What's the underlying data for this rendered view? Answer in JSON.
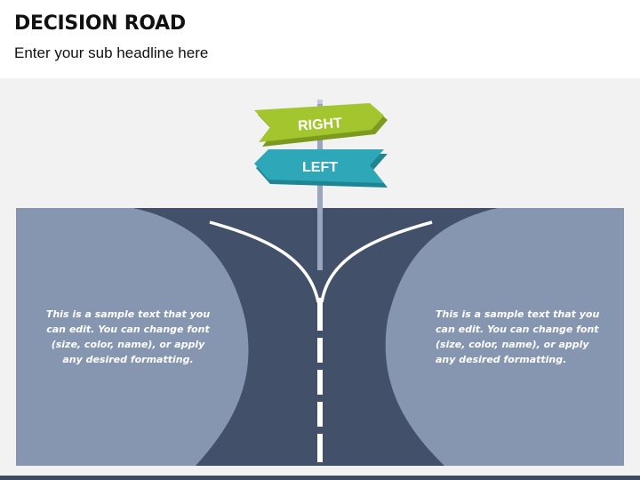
{
  "header": {
    "title": "DECISION ROAD",
    "subtitle": "Enter your sub headline here"
  },
  "signpost": {
    "right_label": "RIGHT",
    "left_label": "LEFT",
    "right_color": "#a3c52e",
    "left_color": "#2ea8b8",
    "pole_color": "#9aa6c0"
  },
  "panels": {
    "left_text": "This is a sample text that you can edit. You can change font (size, color, name), or apply any desired formatting.",
    "right_text": "This is a sample text that you can edit. You can change font (size, color, name), or apply any desired formatting."
  },
  "colors": {
    "road": "#435069",
    "field": "#8696b0",
    "background": "#f2f2f2",
    "bar": "#3e4c63"
  }
}
